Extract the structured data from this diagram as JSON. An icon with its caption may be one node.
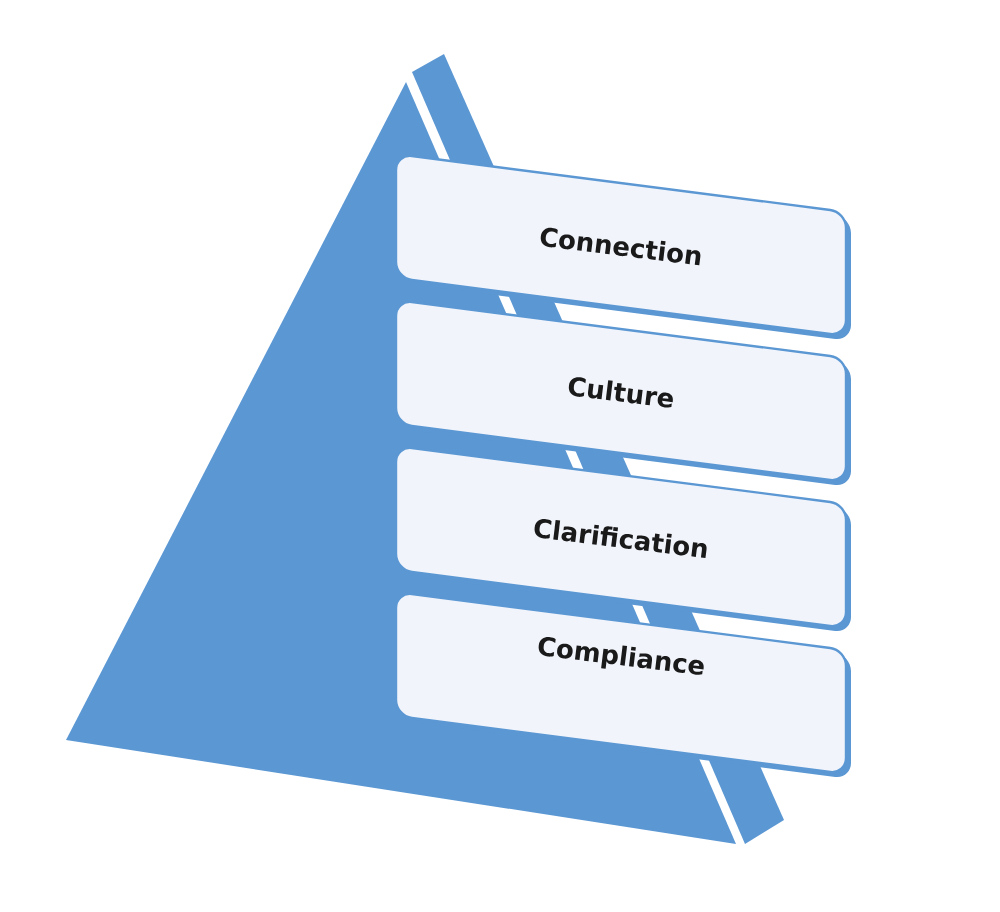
{
  "diagram": {
    "nodes": [
      {
        "text": [
          "Connection"
        ]
      },
      {
        "text": [
          "Culture"
        ]
      },
      {
        "text": [
          "Clarification"
        ]
      },
      {
        "text": [
          "Compliance"
        ]
      }
    ]
  }
}
